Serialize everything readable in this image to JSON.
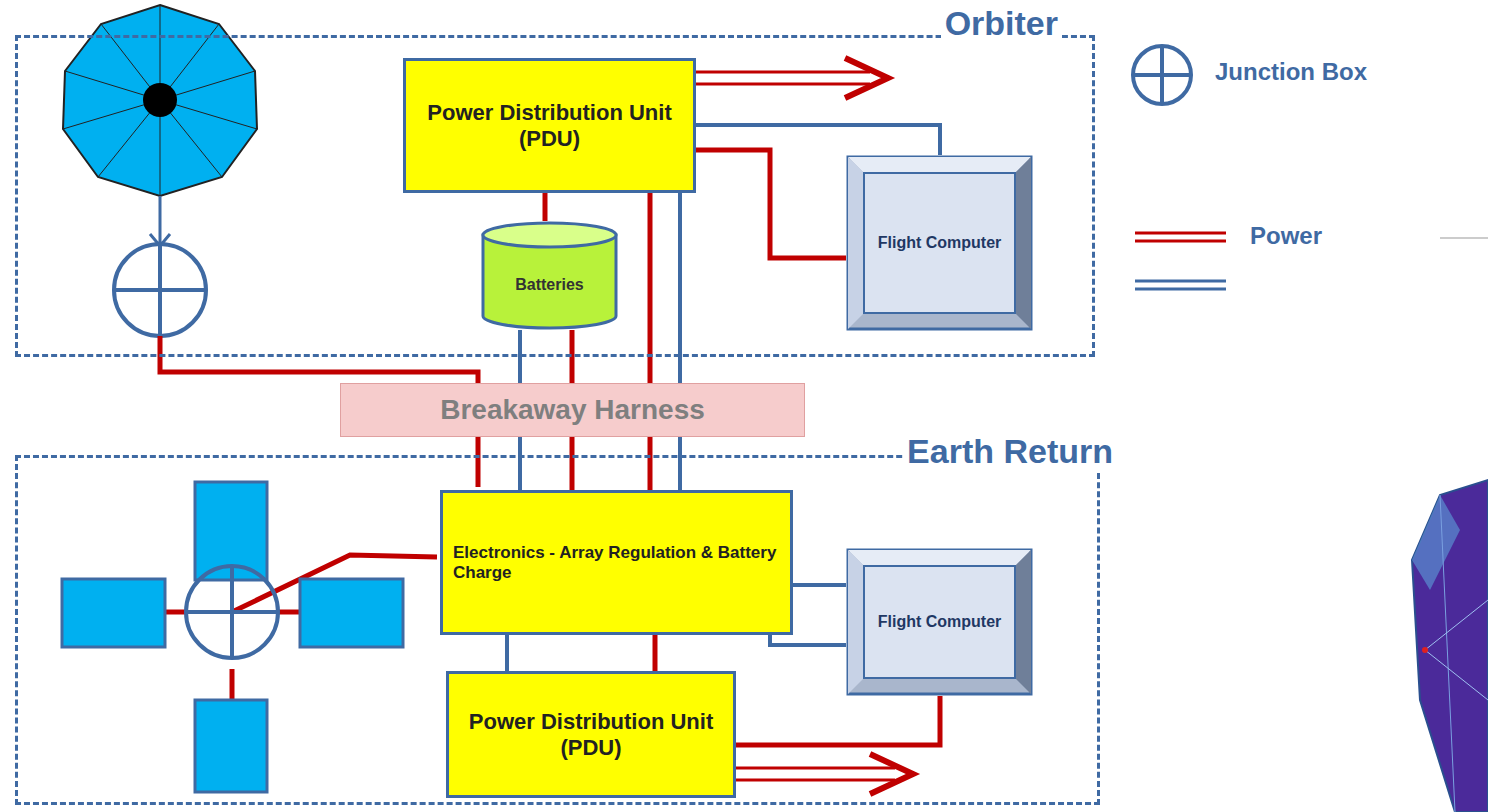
{
  "diagram": {
    "nodes": [
      {
        "text": [
          "Orbiter"
        ]
      },
      {
        "text": [
          "Power Distribution Unit (PDU)"
        ],
        "in": 0
      },
      {
        "text": [
          "Batteries"
        ],
        "in": 0
      },
      {
        "text": [
          "Flight Computer"
        ],
        "in": 0
      },
      {
        "text": [
          "Breakaway Harness"
        ]
      },
      {
        "text": [
          "Earth Return"
        ]
      },
      {
        "text": [
          "Electronics - Array Regulation & Battery Charge"
        ],
        "in": 5
      },
      {
        "text": [
          "Flight Computer"
        ],
        "in": 5
      },
      {
        "text": [
          "Power Distribution Unit (PDU)"
        ],
        "in": 5
      }
    ],
    "edges": [
      {
        "from": 1,
        "to": 2,
        "arrow": "none"
      },
      {
        "from": 1,
        "to": 3,
        "arrow": "none"
      },
      {
        "from": 1,
        "to": 3,
        "arrow": "none"
      },
      {
        "from": 2,
        "to": 6,
        "arrow": "none"
      },
      {
        "from": 2,
        "to": 6,
        "arrow": "none"
      },
      {
        "from": 1,
        "to": 6,
        "arrow": "none"
      },
      {
        "from": 1,
        "to": 6,
        "arrow": "none"
      },
      {
        "from": 6,
        "to": 8,
        "arrow": "none"
      },
      {
        "from": 6,
        "to": 8,
        "arrow": "none"
      },
      {
        "from": 6,
        "to": 7,
        "arrow": "none"
      },
      {
        "from": 6,
        "to": 7,
        "arrow": "none"
      },
      {
        "from": 7,
        "to": 8,
        "arrow": "none"
      }
    ],
    "legend": [
      {
        "text": "Junction Box"
      },
      {
        "text": "Power"
      }
    ]
  }
}
